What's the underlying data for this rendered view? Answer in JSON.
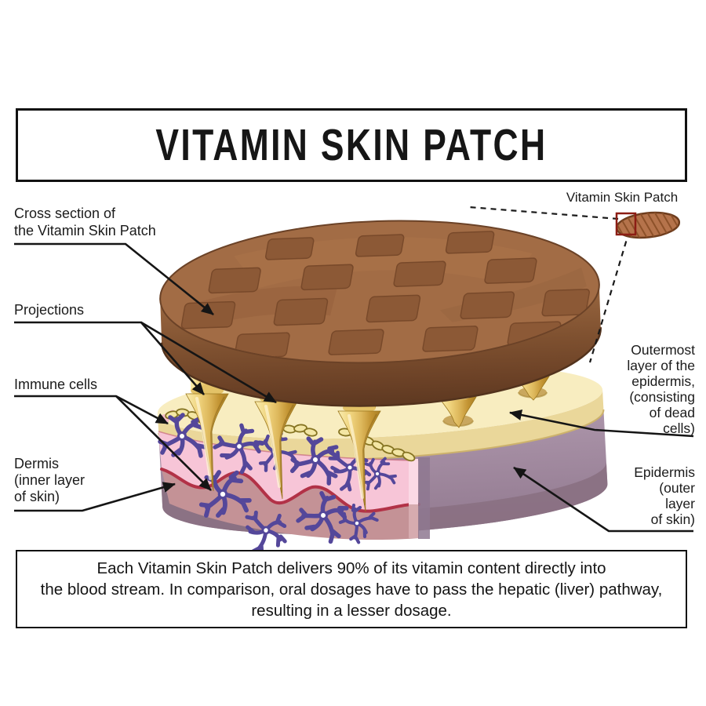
{
  "title": "VITAMIN SKIN PATCH",
  "callouts": {
    "cross_section": [
      "Cross section of",
      "the Vitamin Skin Patch"
    ],
    "projections": "Projections",
    "immune_cells": "Immune cells",
    "dermis": [
      "Dermis",
      "(inner layer",
      "of skin)"
    ],
    "patch_mini": "Vitamin Skin Patch",
    "outermost": [
      "Outermost",
      "layer of the",
      "epidermis,",
      "(consisting",
      "of dead",
      "cells)"
    ],
    "epidermis": [
      "Epidermis",
      "(outer",
      "layer",
      "of skin)"
    ]
  },
  "footer": {
    "lines": [
      "Each Vitamin Skin Patch delivers 90% of its vitamin content directly into",
      "the blood stream. In comparison, oral dosages have to pass the hepatic (liver) pathway,",
      "resulting in a lesser dosage."
    ]
  },
  "palette": {
    "patch_top_brown": "#A26C45",
    "patch_side_brown": "#7A4E2F",
    "waffle_square_brown": "#8C5936",
    "outermost_yellow": "#F8EDC0",
    "yellow_band": "#EAD79A",
    "epidermis_purple": "#A78FA5",
    "purple_rim": "#8A7082",
    "pink_epidermis": "#F7C5D7",
    "dermis_mauve": "#C49296",
    "boundary_red": "#B23247",
    "needle_gold": "#EFD077",
    "immune_cell_purple": "#54479A",
    "dead_cell_olive": "#857321",
    "mini_patch_brown": "#B5734B",
    "zoom_box_red": "#8C1D14",
    "line_black": "#151515"
  }
}
